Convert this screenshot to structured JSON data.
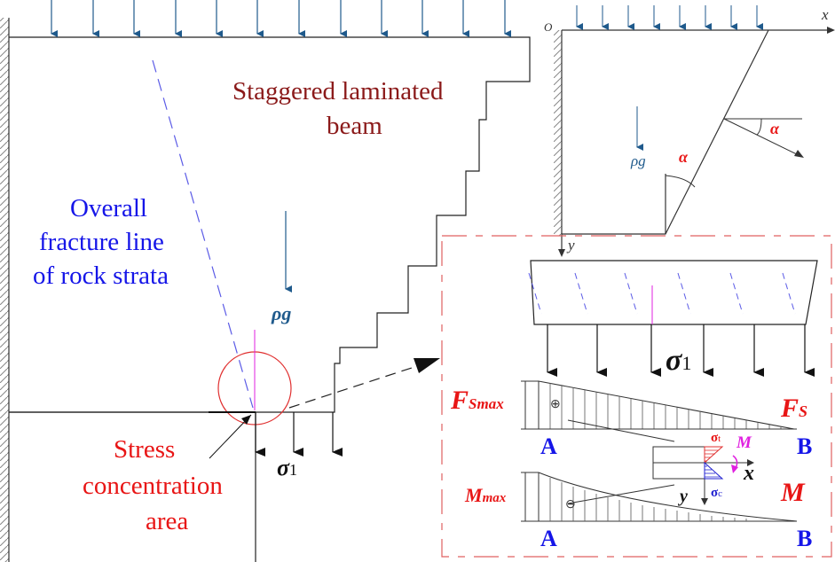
{
  "main_figure": {
    "beam_label": [
      "Staggered laminated",
      "beam"
    ],
    "fracture_label": [
      "Overall",
      "fracture line",
      "of rock strata"
    ],
    "stress_label": [
      "Stress",
      "concentration",
      "area"
    ],
    "rho_g": "ρg",
    "sigma1": "σ",
    "sigma1_sub": "1"
  },
  "inset_top": {
    "origin": "O",
    "x_axis": "x",
    "y_axis": "y",
    "rho_g": "ρg",
    "alpha_1": "α",
    "alpha_2": "α"
  },
  "inset_bottom": {
    "sigma1": "σ",
    "sigma1_sub": "1",
    "fs_max": "F",
    "fs_max_sub": "Smax",
    "fs": "F",
    "fs_sub": "S",
    "m_max": "M",
    "m_max_sub": "max",
    "m": "M",
    "a_top": "A",
    "b_top": "B",
    "a_bottom": "A",
    "b_bottom": "B",
    "sigma_t": "σ",
    "sigma_t_sub": "t",
    "sigma_c": "σ",
    "sigma_c_sub": "c",
    "m_small": "M",
    "x_axis": "x",
    "y_axis": "y",
    "plus_symbol": "⊕",
    "minus_symbol": "⊖"
  },
  "colors": {
    "load_arrow": "#1F5A8C",
    "fracture_line": "#5B5BE6",
    "stress_circle": "#E03030",
    "callout_frame": "#E06060",
    "magenta": "#E020E0"
  }
}
